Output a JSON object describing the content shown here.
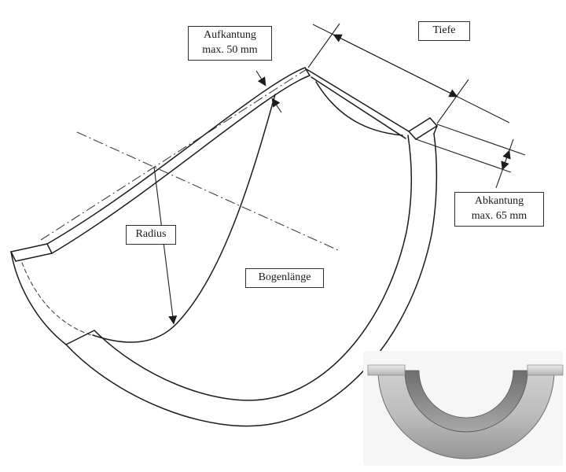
{
  "labels": {
    "aufkantung": {
      "line1": "Aufkantung",
      "line2": "max. 50 mm"
    },
    "tiefe": "Tiefe",
    "abkantung": {
      "line1": "Abkantung",
      "line2": "max. 65 mm"
    },
    "radius": "Radius",
    "bogenlaenge": "Bogenlänge"
  },
  "colors": {
    "line": "#1c1c1c",
    "centerline": "#3f3f3f",
    "dimension": "#222222",
    "label_border": "#2f2f2f",
    "background": "#ffffff",
    "render_light": "#cfcfcf",
    "render_dark": "#707070"
  }
}
